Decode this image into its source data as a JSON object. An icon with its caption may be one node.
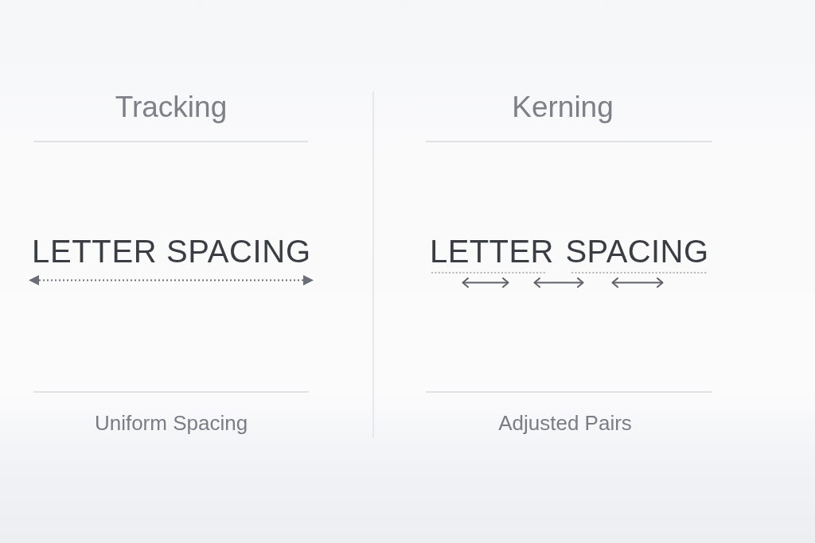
{
  "diagram": {
    "labels": [
      "Tracking",
      "Kerning",
      "LETTER SPACING",
      "LETTER SPACING",
      "Uniform Spacing",
      "Adjusted Pairs"
    ]
  }
}
